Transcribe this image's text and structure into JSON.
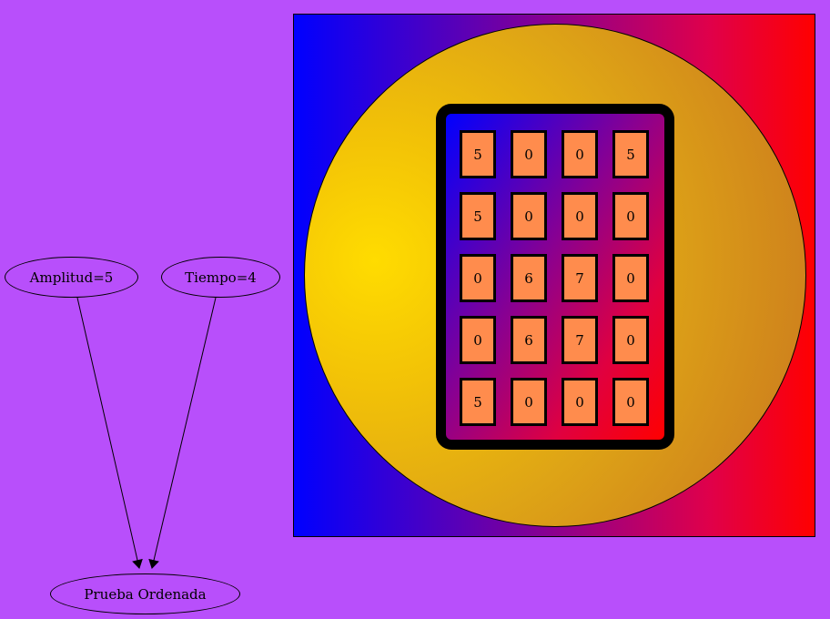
{
  "graph": {
    "nodes": {
      "amplitud": "Amplitud=5",
      "tiempo": "Tiempo=4",
      "prueba": "Prueba Ordenada"
    },
    "edges": [
      {
        "from": "Amplitud=5",
        "to": "Prueba Ordenada"
      },
      {
        "from": "Tiempo=4",
        "to": "Prueba Ordenada"
      }
    ]
  },
  "matrix": {
    "rows": [
      [
        "5",
        "0",
        "0",
        "5"
      ],
      [
        "5",
        "0",
        "0",
        "0"
      ],
      [
        "0",
        "6",
        "7",
        "0"
      ],
      [
        "0",
        "6",
        "7",
        "0"
      ],
      [
        "5",
        "0",
        "0",
        "0"
      ]
    ]
  },
  "colors": {
    "background": "#b84ffb",
    "cell_fill": "#ff8c4d",
    "gradient_start": "#0000ff",
    "gradient_end": "#ff0000",
    "disc_center": "#ffdc00",
    "disc_edge": "#c8731f"
  }
}
